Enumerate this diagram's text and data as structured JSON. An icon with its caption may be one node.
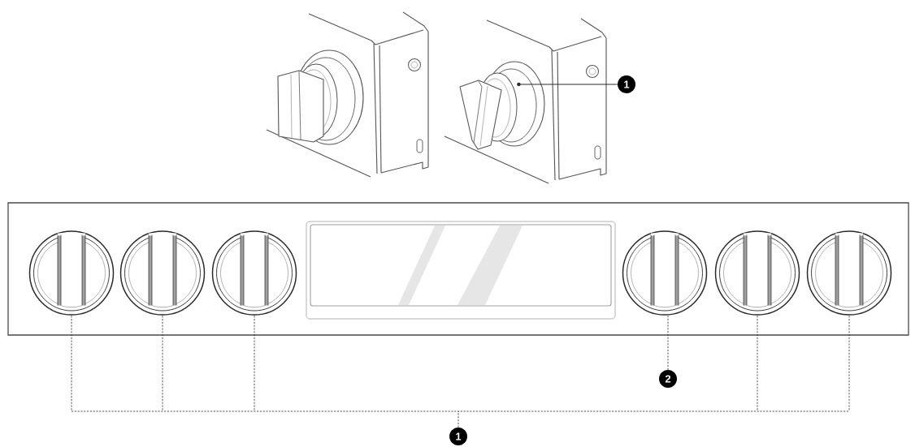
{
  "diagram": {
    "nodes": [
      {
        "text": [],
        "shape": "picture"
      },
      {
        "text": [
          "1"
        ]
      },
      {
        "text": [],
        "shape": "box"
      },
      {
        "text": [],
        "shape": "picture",
        "in": 2
      },
      {
        "text": [],
        "shape": "picture",
        "in": 2
      },
      {
        "text": [],
        "shape": "picture",
        "in": 2
      },
      {
        "text": [],
        "shape": "picture",
        "in": 2
      },
      {
        "text": [],
        "shape": "picture",
        "in": 2
      },
      {
        "text": [],
        "shape": "picture",
        "in": 2
      },
      {
        "text": [
          "2"
        ]
      },
      {
        "text": [
          "1"
        ]
      }
    ],
    "edges": [
      {
        "from": 1,
        "to": 0,
        "arrow": "to"
      },
      {
        "from": 10,
        "to": 3,
        "arrow": "none",
        "style": "dashed"
      },
      {
        "from": 10,
        "to": 4,
        "arrow": "none",
        "style": "dashed"
      },
      {
        "from": 10,
        "to": 5,
        "arrow": "none",
        "style": "dashed"
      },
      {
        "from": 10,
        "to": 7,
        "arrow": "none",
        "style": "dashed"
      },
      {
        "from": 10,
        "to": 8,
        "arrow": "none",
        "style": "dashed"
      },
      {
        "from": 9,
        "to": 6,
        "arrow": "none",
        "style": "dashed"
      }
    ]
  }
}
